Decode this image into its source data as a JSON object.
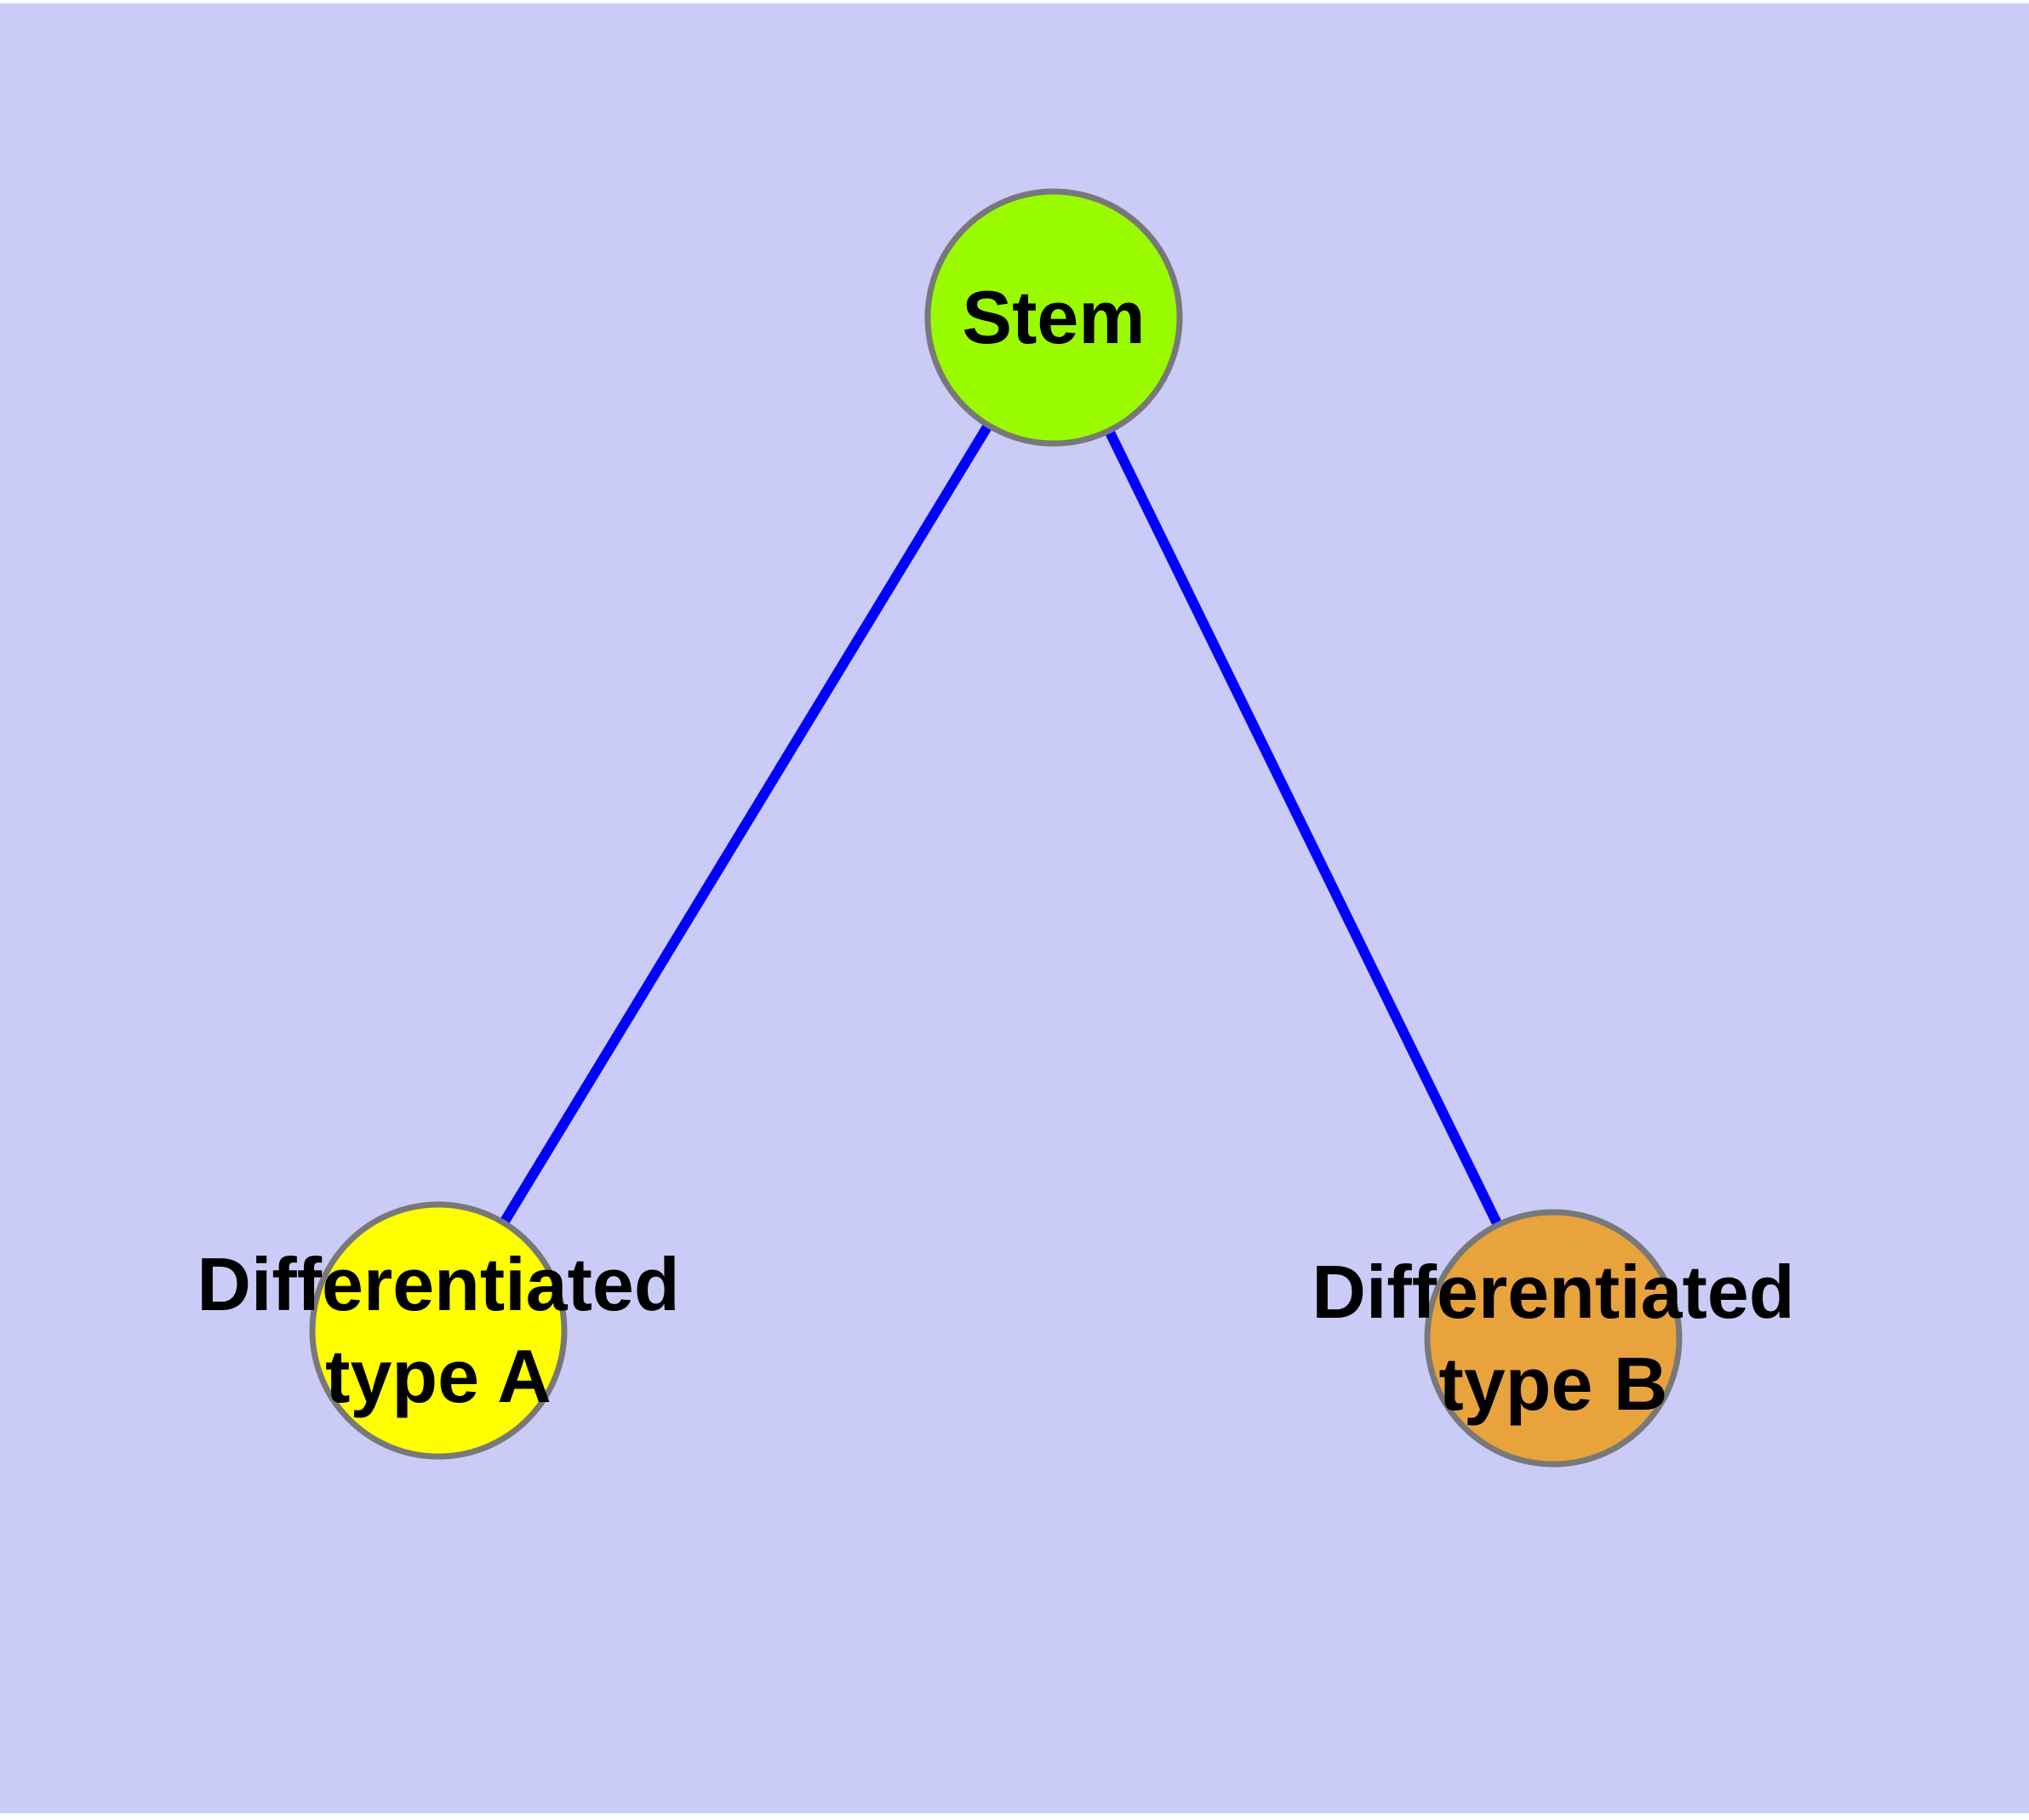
{
  "diagram": {
    "background_color": "#CBCBF8",
    "margin_color": "#FFFFFF",
    "edge_color": "#0000FF",
    "node_border_color": "#787878",
    "label_color": "#000000",
    "nodes": [
      {
        "id": "stem",
        "label": "Stem",
        "lines": [
          "Stem"
        ],
        "fill": "#9AFB00"
      },
      {
        "id": "differentiated-type-a",
        "label": "Differentiated type A",
        "lines": [
          "Differentiated",
          "type A"
        ],
        "fill": "#FFFF00"
      },
      {
        "id": "differentiated-type-b",
        "label": "Differentiated type B",
        "lines": [
          "Differentiated",
          "type B"
        ],
        "fill": "#E8A33D"
      }
    ],
    "edges": [
      {
        "from": "stem",
        "to": "differentiated-type-a"
      },
      {
        "from": "stem",
        "to": "differentiated-type-b"
      }
    ]
  }
}
